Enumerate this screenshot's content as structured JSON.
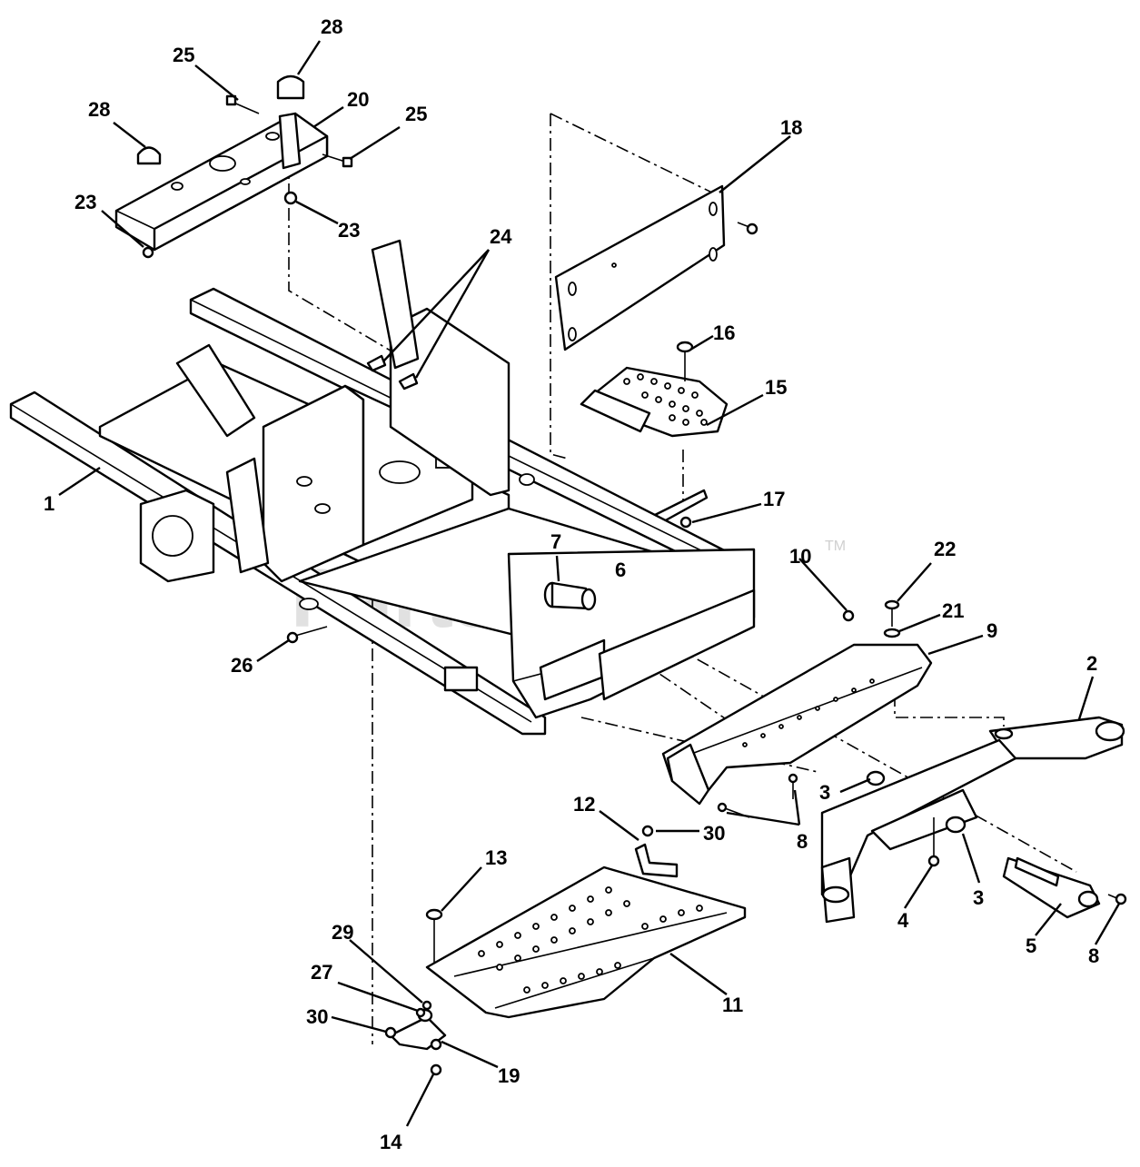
{
  "diagram": {
    "watermark": "PartsTree",
    "trademark": "TM",
    "callouts": [
      {
        "id": "c28a",
        "label": "28"
      },
      {
        "id": "c25a",
        "label": "25"
      },
      {
        "id": "c20",
        "label": "20"
      },
      {
        "id": "c25b",
        "label": "25"
      },
      {
        "id": "c28b",
        "label": "28"
      },
      {
        "id": "c23a",
        "label": "23"
      },
      {
        "id": "c23b",
        "label": "23"
      },
      {
        "id": "c24",
        "label": "24"
      },
      {
        "id": "c18",
        "label": "18"
      },
      {
        "id": "c16",
        "label": "16"
      },
      {
        "id": "c15",
        "label": "15"
      },
      {
        "id": "c1",
        "label": "1"
      },
      {
        "id": "c17",
        "label": "17"
      },
      {
        "id": "c7",
        "label": "7"
      },
      {
        "id": "c6",
        "label": "6"
      },
      {
        "id": "c10",
        "label": "10"
      },
      {
        "id": "c22",
        "label": "22"
      },
      {
        "id": "c21",
        "label": "21"
      },
      {
        "id": "c9",
        "label": "9"
      },
      {
        "id": "c26",
        "label": "26"
      },
      {
        "id": "c2",
        "label": "2"
      },
      {
        "id": "c3a",
        "label": "3"
      },
      {
        "id": "c12",
        "label": "12"
      },
      {
        "id": "c30a",
        "label": "30"
      },
      {
        "id": "c8a",
        "label": "8"
      },
      {
        "id": "c13",
        "label": "13"
      },
      {
        "id": "c4",
        "label": "4"
      },
      {
        "id": "c3b",
        "label": "3"
      },
      {
        "id": "c5",
        "label": "5"
      },
      {
        "id": "c8b",
        "label": "8"
      },
      {
        "id": "c29",
        "label": "29"
      },
      {
        "id": "c11",
        "label": "11"
      },
      {
        "id": "c27",
        "label": "27"
      },
      {
        "id": "c30b",
        "label": "30"
      },
      {
        "id": "c19",
        "label": "19"
      },
      {
        "id": "c14",
        "label": "14"
      }
    ]
  }
}
